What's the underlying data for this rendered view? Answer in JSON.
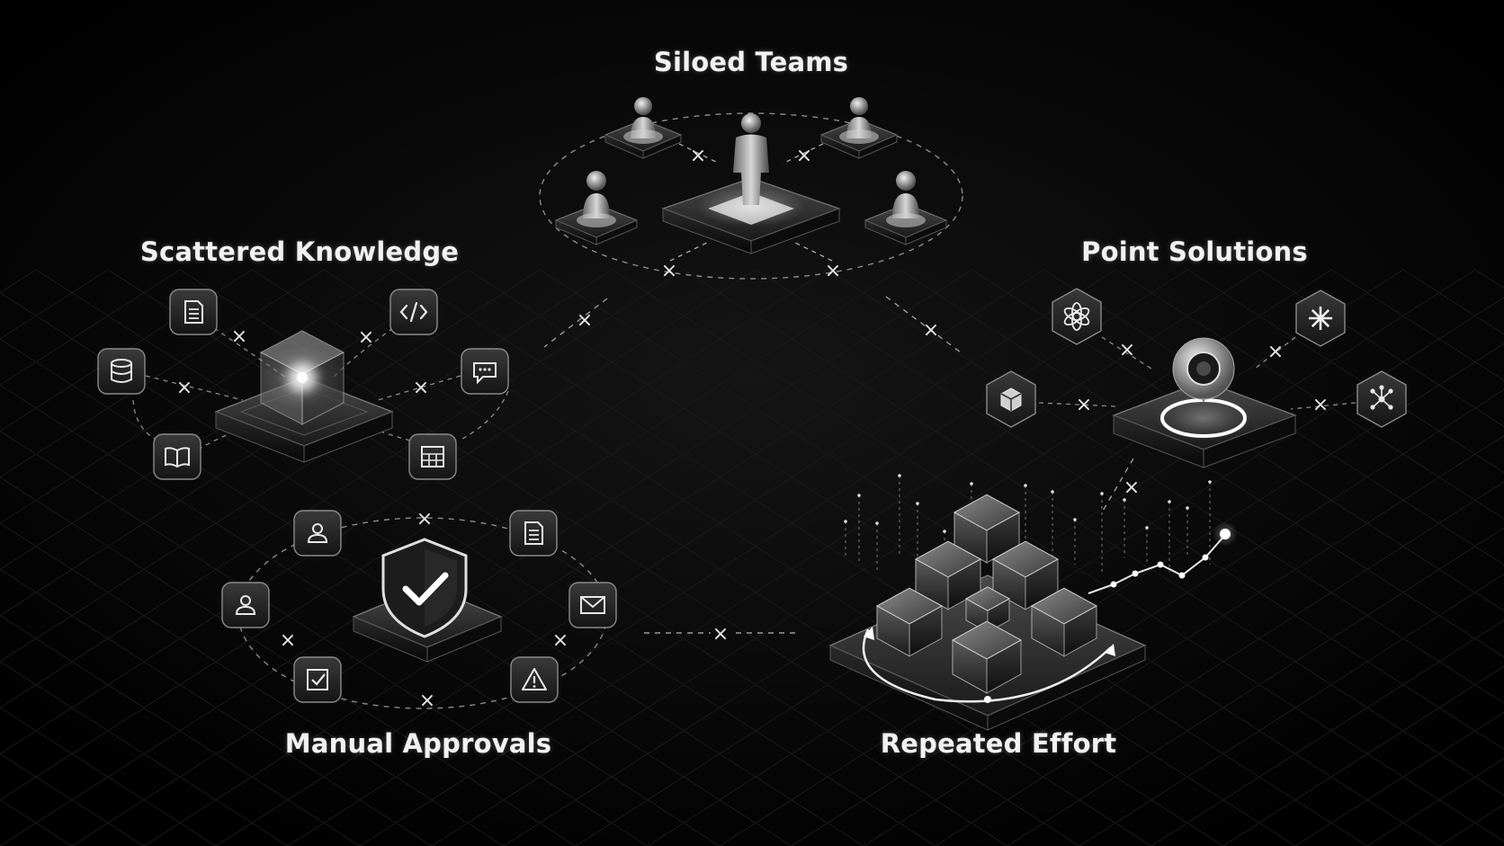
{
  "diagram": {
    "background_color": "#000000",
    "accent_color": "#ffffff",
    "labels": {
      "siloed_teams": "Siloed Teams",
      "scattered_knowledge": "Scattered Knowledge",
      "point_solutions": "Point Solutions",
      "manual_approvals": "Manual Approvals",
      "repeated_effort": "Repeated Effort"
    },
    "clusters": {
      "siloed_teams": {
        "icons": [
          "person-figure-icon",
          "person-figure-icon",
          "person-figure-icon",
          "person-figure-icon",
          "standing-person-icon"
        ]
      },
      "scattered_knowledge": {
        "icons": [
          "document-icon",
          "code-icon",
          "database-icon",
          "chat-icon",
          "book-icon",
          "table-icon",
          "glowing-cube-icon"
        ]
      },
      "point_solutions": {
        "icons": [
          "openai-logo-icon",
          "asterisk-icon",
          "box-icon",
          "network-node-icon",
          "orb-ring-icon"
        ]
      },
      "manual_approvals": {
        "icons": [
          "user-icon",
          "user-icon",
          "document-icon",
          "mail-icon",
          "checkbox-icon",
          "warning-icon",
          "shield-check-icon"
        ]
      },
      "repeated_effort": {
        "icons": [
          "cube-stack-icon",
          "trend-line-icon",
          "cycle-arrow-icon"
        ]
      }
    },
    "connector_break_symbol": "×"
  }
}
